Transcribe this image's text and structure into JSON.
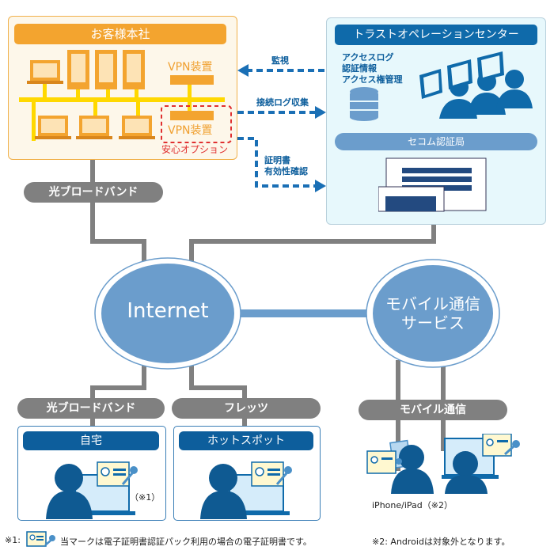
{
  "headquarters": {
    "title": "お客様本社",
    "vpn_device_label": "VPN装置",
    "vpn_device_label_2": "VPN装置",
    "option_label": "安心オプション"
  },
  "arrows": {
    "monitoring": "監視",
    "log_collection": "接続ログ収集",
    "cert_check_line1": "証明書",
    "cert_check_line2": "有効性確認"
  },
  "operation_center": {
    "title": "トラストオペレーションセンター",
    "items": [
      "アクセスログ",
      "認証情報",
      "アクセス権管理"
    ],
    "ca_title": "セコム認証局"
  },
  "connections": {
    "hq_link": "光ブロードバンド",
    "home_link": "光ブロードバンド",
    "hotspot_link": "フレッツ",
    "mobile_link": "モバイル通信"
  },
  "clouds": {
    "internet": "Internet",
    "mobile_line1": "モバイル通信",
    "mobile_line2": "サービス"
  },
  "endpoints": {
    "home": "自宅",
    "home_note": "（※1）",
    "hotspot": "ホットスポット",
    "mobile_caption": "iPhone/iPad（※2）"
  },
  "footnotes": {
    "note1_prefix": "※1:",
    "note1_text": "当マークは電子証明書認証パック利用の場合の電子証明書です。",
    "note2": "※2: Androidは対象外となります。"
  },
  "colors": {
    "orange": "#f3a42f",
    "blue_dark": "#0f6aaa",
    "blue_mid": "#6b9dcc",
    "gray": "#808080",
    "yellow_bus": "#ffd800",
    "red_dashed": "#e03030"
  }
}
